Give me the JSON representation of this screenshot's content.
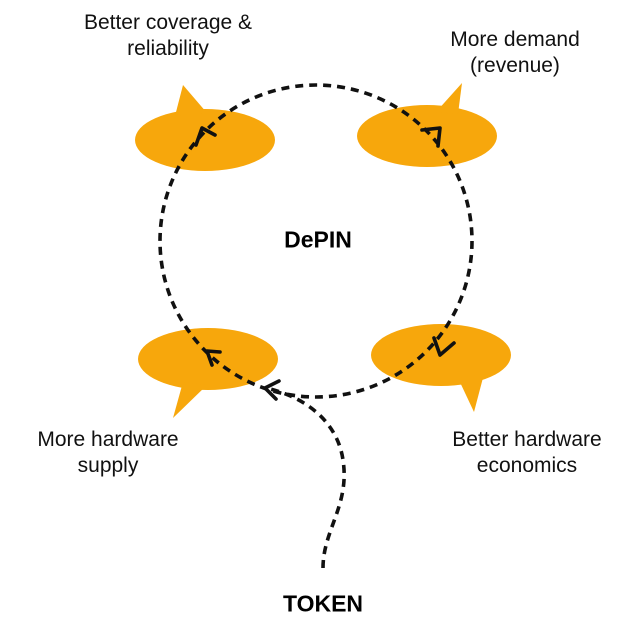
{
  "diagram": {
    "center_label": "DePIN",
    "source_label": "TOKEN",
    "nodes": [
      {
        "line1": "Better coverage &",
        "line2": "reliability"
      },
      {
        "line1": "More demand",
        "line2": "(revenue)"
      },
      {
        "line1": "Better hardware",
        "line2": "economics"
      },
      {
        "line1": "More hardware",
        "line2": "supply"
      }
    ]
  },
  "colors": {
    "bubble": "#F7A70C",
    "arrow": "#111111",
    "text": "#111111"
  }
}
